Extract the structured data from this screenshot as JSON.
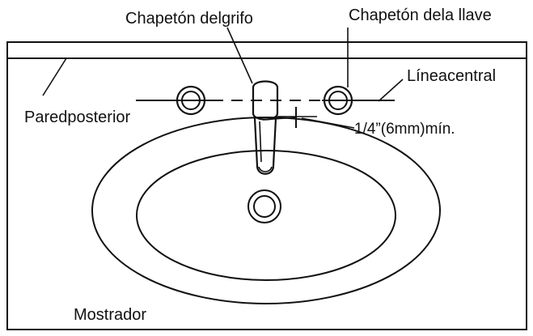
{
  "labels": {
    "faucet_escutcheon": "Chapetón delgrifo",
    "handle_escutcheon": "Chapetón dela llave",
    "centerline": "Líneacentral",
    "back_wall": "Paredposterior",
    "clearance": "1/4”(6mm)mín.",
    "countertop": "Mostrador"
  },
  "colors": {
    "line": "#111111",
    "background": "#ffffff"
  }
}
